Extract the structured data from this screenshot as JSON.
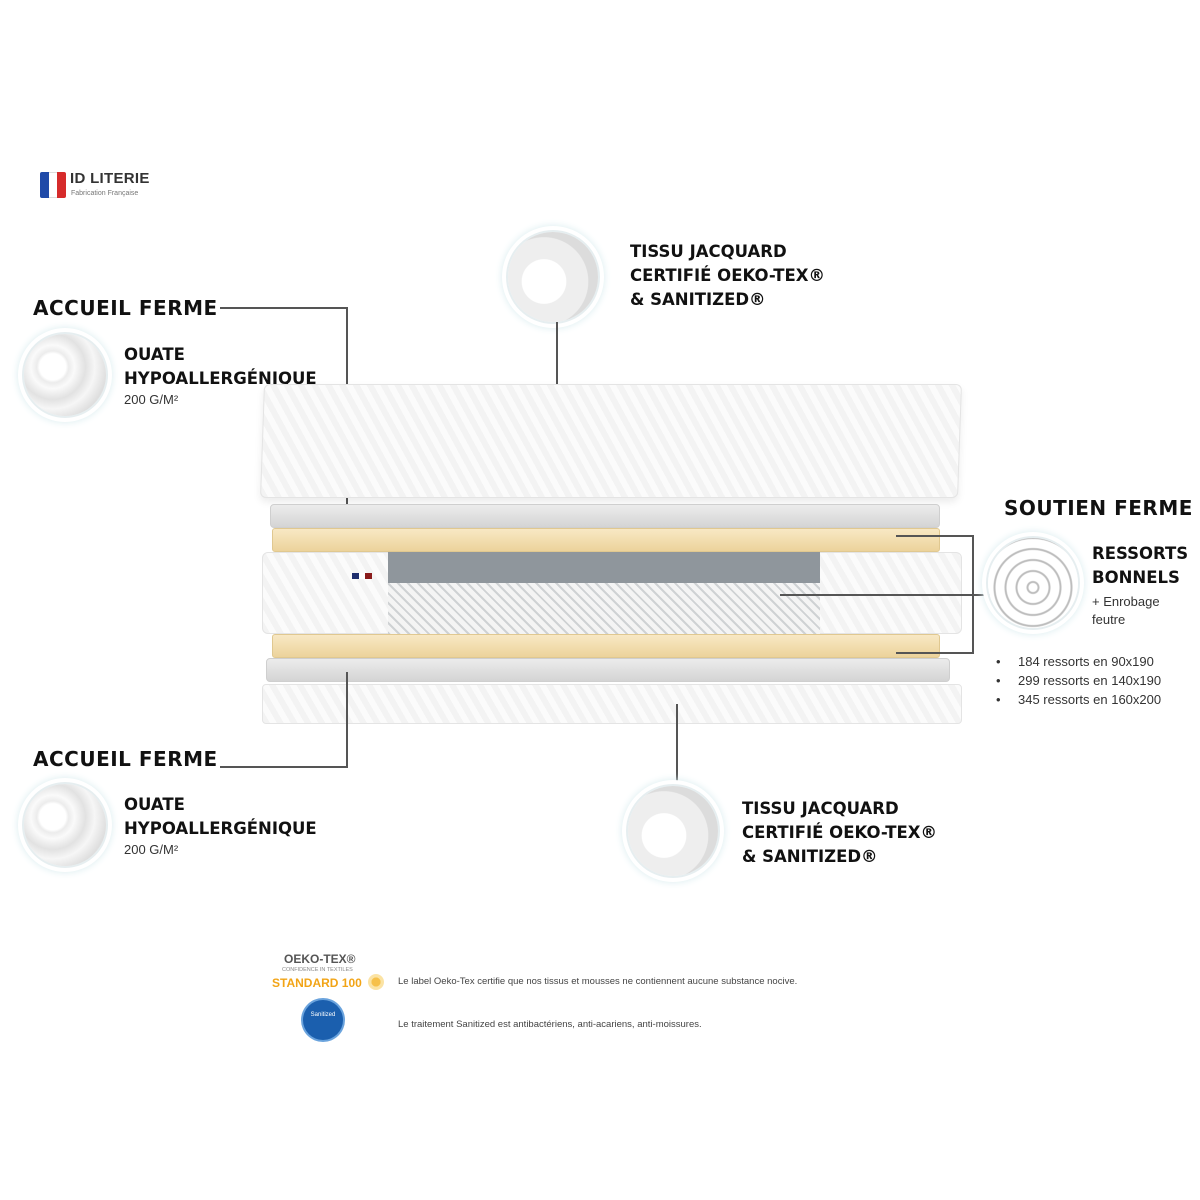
{
  "brand": {
    "name": "ID LITERIE",
    "tagline": "Fabrication Française"
  },
  "top_fabric": {
    "line1": "TISSU JACQUARD",
    "line2": "CERTIFIÉ OEKO-TEX®",
    "line3": "& SANITIZED®"
  },
  "top_comfort": {
    "heading": "ACCUEIL FERME",
    "line1": "OUATE",
    "line2": "HYPOALLERGÉNIQUE",
    "detail": "200 G/M²"
  },
  "support": {
    "heading": "SOUTIEN FERME",
    "line1": "RESSORTS",
    "line2": "BONNELS",
    "detail1": "+ Enrobage",
    "detail2": "feutre",
    "bullets": [
      "184 ressorts en 90x190",
      "299 ressorts en 140x190",
      "345 ressorts en 160x200"
    ]
  },
  "bottom_comfort": {
    "heading": "ACCUEIL FERME",
    "line1": "OUATE",
    "line2": "HYPOALLERGÉNIQUE",
    "detail": "200 G/M²"
  },
  "bottom_fabric": {
    "line1": "TISSU JACQUARD",
    "line2": "CERTIFIÉ OEKO-TEX®",
    "line3": "& SANITIZED®"
  },
  "labels": {
    "oekotex_logo_title": "OEKO-TEX®",
    "oekotex_logo_sub": "CONFIDENCE IN TEXTILES",
    "oekotex_logo_standard": "STANDARD 100",
    "oekotex_text": "Le label Oeko-Tex certifie que nos tissus et mousses ne contiennent aucune substance nocive.",
    "sanitized_logo": "Sanitized",
    "sanitized_text": "Le traitement Sanitized est antibactériens, anti-acariens, anti-moissures."
  },
  "colors": {
    "foam": "#f0d9a6",
    "spring_grey": "#8f969c",
    "sanitized_blue": "#1b5fae",
    "oekotex_orange": "#f2a416"
  }
}
